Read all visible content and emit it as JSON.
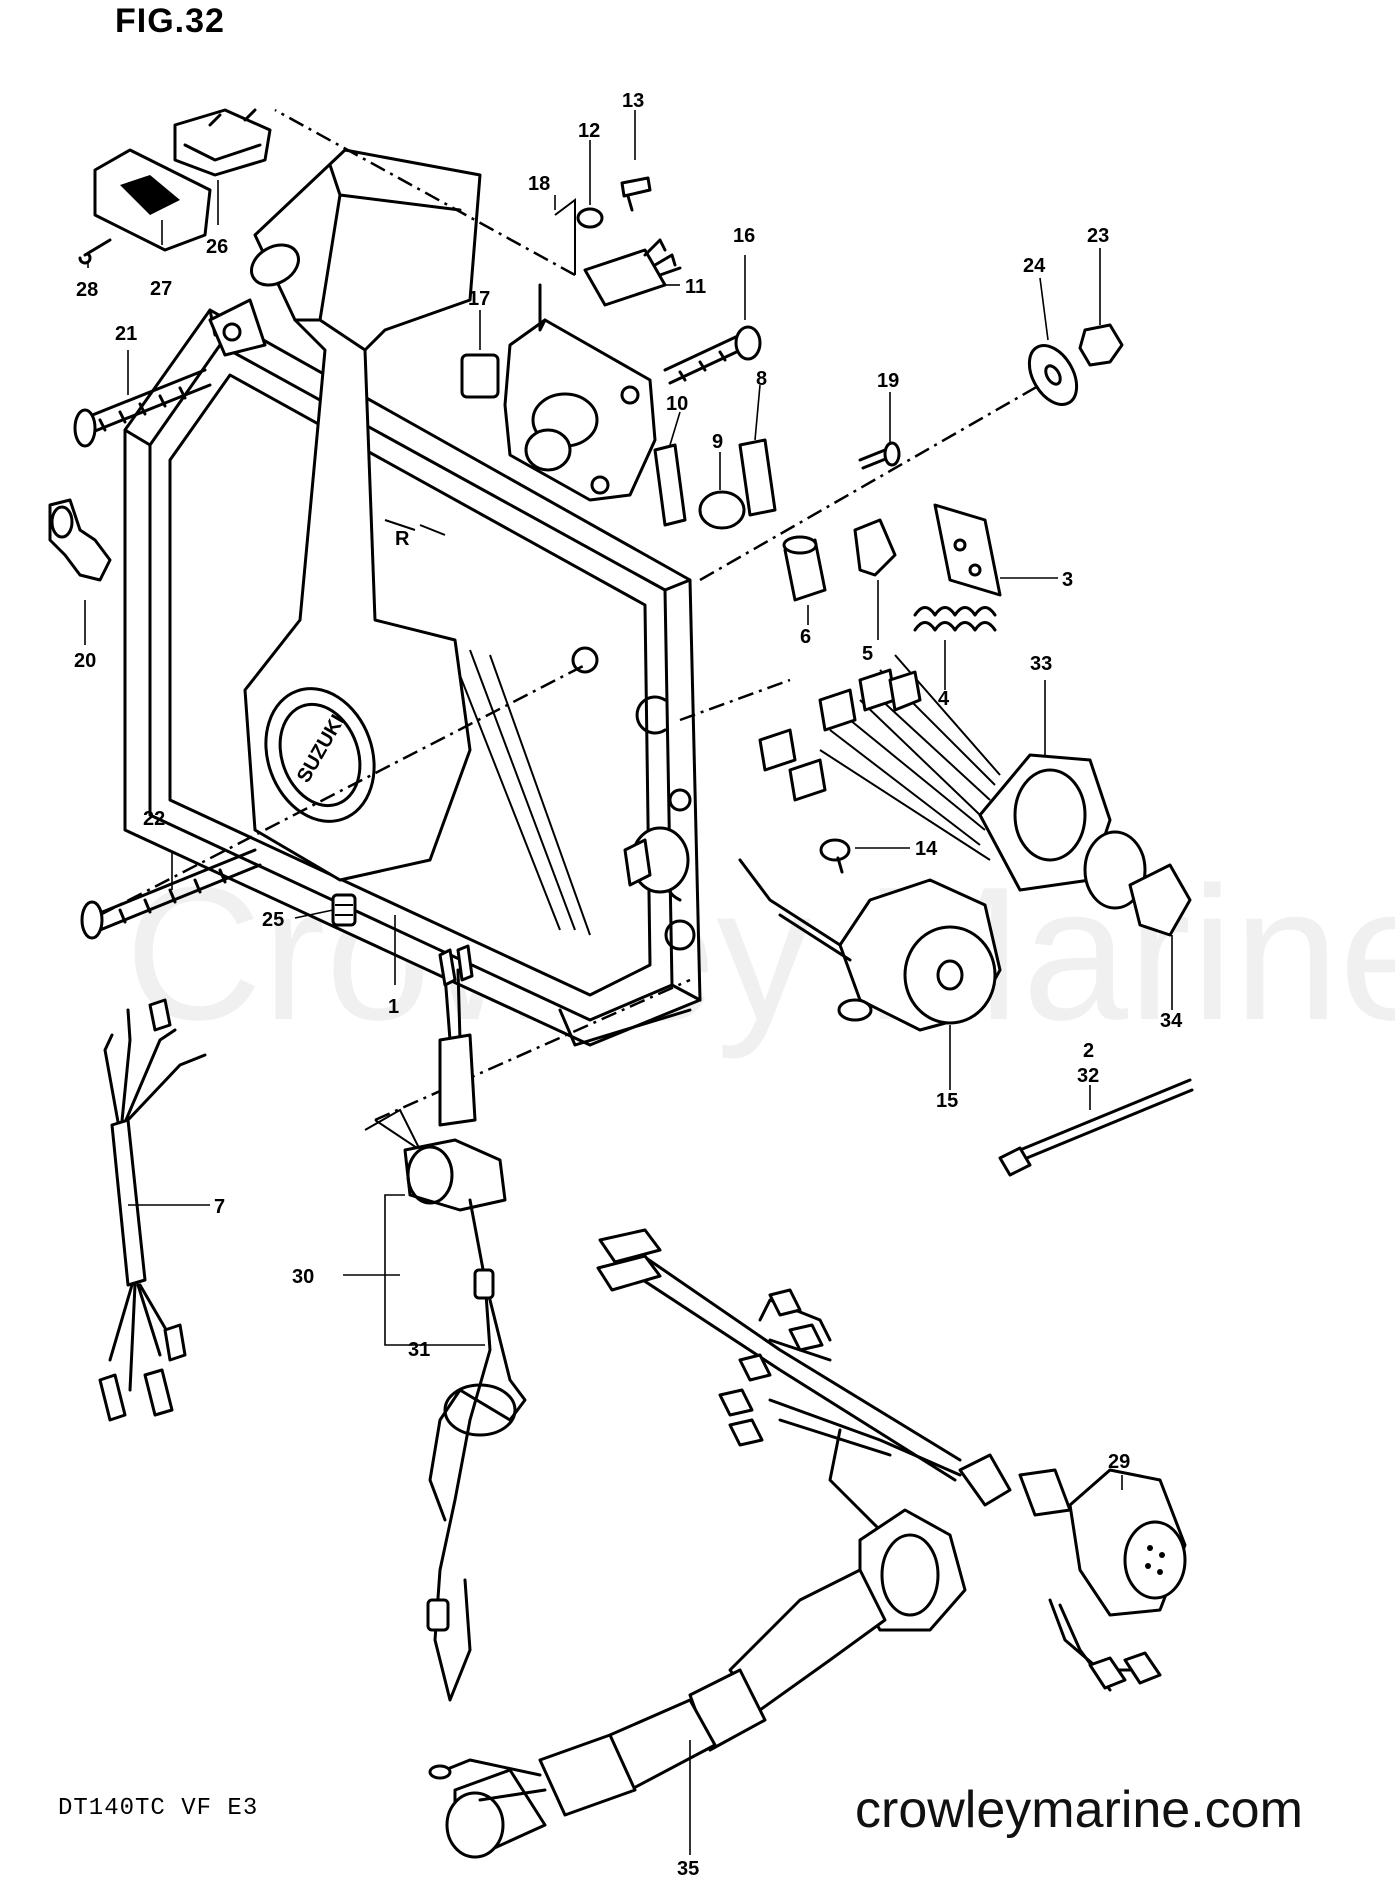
{
  "figure_title": "FIG.32",
  "model_code": "DT140TC VF E3",
  "website": "crowleymarine.com",
  "watermark": "Crowley Marine",
  "callouts": [
    "1",
    "2",
    "3",
    "4",
    "5",
    "6",
    "7",
    "8",
    "9",
    "10",
    "11",
    "12",
    "13",
    "14",
    "15",
    "16",
    "17",
    "18",
    "19",
    "20",
    "21",
    "22",
    "23",
    "24",
    "25",
    "26",
    "27",
    "28",
    "29",
    "30",
    "31",
    "32",
    "33",
    "34",
    "35"
  ],
  "box_markings": {
    "brand": "SUZUKI",
    "shift_letter": "R"
  }
}
